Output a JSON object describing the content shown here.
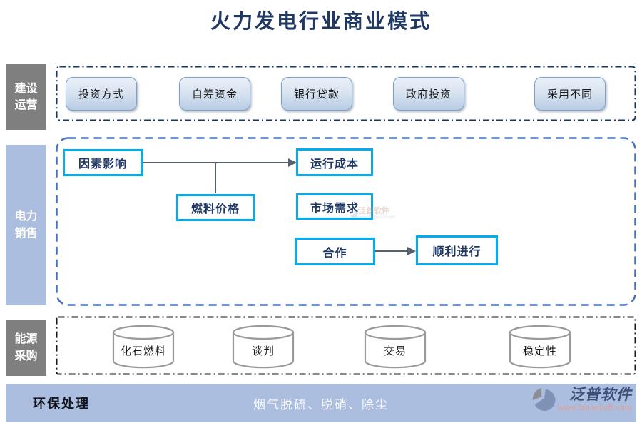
{
  "title": "火力发电行业商业模式",
  "colors": {
    "title_navy": "#1F3864",
    "label_gray": "#7F7F7F",
    "label_blue": "#ACBEE0",
    "flow_box_border": "#00AEEF",
    "sales_frame_blue": "#4472C4",
    "construction_frame_navy": "#17375E",
    "procurement_frame_black": "#1a1a1a",
    "arrow_gray": "#55606E",
    "button_border": "#7DA0C4",
    "logo_url_salmon": "#E89B8C"
  },
  "bands": {
    "construction": {
      "label": "建设\n运营",
      "buttons": [
        "投资方式",
        "自筹资金",
        "银行贷款",
        "政府投资",
        "采用不同"
      ]
    },
    "power_sales": {
      "label": "电力\n销售",
      "boxes": {
        "factor": "因素影响",
        "cost": "运行成本",
        "fuel": "燃料价格",
        "demand": "市场需求",
        "coop": "合作",
        "smooth": "顺利进行"
      }
    },
    "energy_procurement": {
      "label": "能源\n采购",
      "cylinders": [
        "化石燃料",
        "谈判",
        "交易",
        "稳定性"
      ]
    },
    "environmental": {
      "label": "环保处理",
      "text": "烟气脱硫、脱硝、除尘"
    }
  },
  "watermark": {
    "name": "泛普软件",
    "url": "www.fanpusoft.com"
  },
  "logo": {
    "name": "泛普软件",
    "url": "www.fanpusoft.com"
  }
}
